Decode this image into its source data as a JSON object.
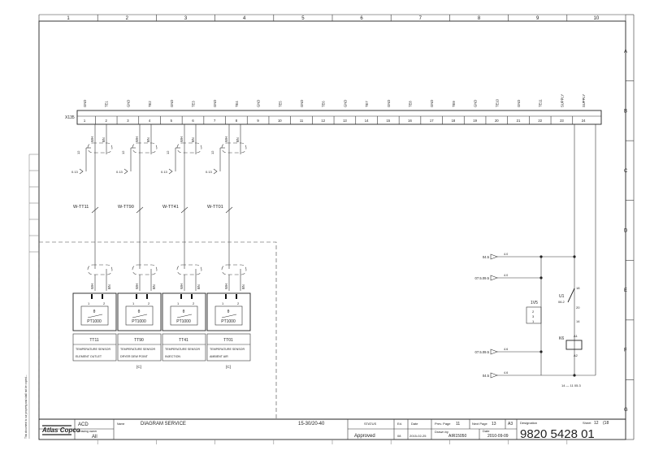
{
  "columns": [
    "1",
    "2",
    "3",
    "4",
    "5",
    "6",
    "7",
    "8",
    "9",
    "10"
  ],
  "rows": [
    "A",
    "B",
    "C",
    "D",
    "E",
    "F",
    "G"
  ],
  "strip": {
    "id": "X135",
    "signals": [
      "GND",
      "TE1",
      "GND",
      "TE2",
      "GND",
      "TE3",
      "GND",
      "TE4",
      "GND",
      "TE5",
      "GND",
      "TE6",
      "GND",
      "TE7",
      "GND",
      "TE8",
      "GND",
      "TE9",
      "GND",
      "TE10",
      "GND",
      "TE11",
      "SUPPLY",
      "SUPPLY"
    ],
    "terminals": [
      "1",
      "2",
      "3",
      "4",
      "5",
      "6",
      "7",
      "8",
      "9",
      "10",
      "11",
      "12",
      "13",
      "14",
      "15",
      "16",
      "17",
      "18",
      "19",
      "20",
      "21",
      "22",
      "23",
      "24"
    ]
  },
  "shields": [
    {
      "ref": "0.13",
      "no": "12"
    },
    {
      "ref": "0.13",
      "no": "12"
    },
    {
      "ref": "0.13",
      "no": "12"
    },
    {
      "ref": "0.13",
      "no": "12"
    }
  ],
  "cables": [
    "W-TT11",
    "W-TT90",
    "W-TT41",
    "W-TT01"
  ],
  "wire_colors": [
    "WH",
    "BN"
  ],
  "sensors": [
    {
      "tag": "TT11",
      "type": "PT1000",
      "desc1": "TEMPERATURE SENSOR",
      "desc2": "ELEMENT OUTLET",
      "note": "",
      "pins": [
        "1",
        "2"
      ]
    },
    {
      "tag": "TT90",
      "type": "PT1000",
      "desc1": "TEMPERATURE SENSOR",
      "desc2": "DRYER DEW POINT",
      "note": "[C]",
      "pins": [
        "1",
        "2"
      ]
    },
    {
      "tag": "TT41",
      "type": "PT1000",
      "desc1": "TEMPERATURE SENSOR",
      "desc2": "INJECTION",
      "note": "",
      "pins": [
        "1",
        "2"
      ]
    },
    {
      "tag": "TT01",
      "type": "PT1000",
      "desc1": "TEMPERATURE SENSOR",
      "desc2": "AMBIENT AIR",
      "note": "[C]",
      "pins": [
        "1",
        "2"
      ]
    }
  ],
  "theta": "θ",
  "right_circuit": {
    "refs": [
      {
        "ref": "04.5",
        "wire": "4.0"
      },
      {
        "ref": "07.5.09.5",
        "wire": "4.0"
      },
      {
        "ref": "07.5.09.5",
        "wire": "4.6"
      },
      {
        "ref": "04.5",
        "wire": "4.6"
      }
    ],
    "u1": {
      "tag": "U1",
      "ref": "06.2",
      "pin_top": "18",
      "pin_bot": "20"
    },
    "v5": {
      "tag": "1V5",
      "pins": [
        "2",
        "3",
        "1"
      ]
    },
    "k6": {
      "tag": "K6",
      "pin_top": "A1",
      "pin_bot": "A2"
    },
    "crossref": "14  —  11  05.3"
  },
  "title_block": {
    "logo": "Atlas Copco",
    "acd": "ACD",
    "drawing_owner_label": "Drawing owner",
    "drawing_owner": "All",
    "name_label": "Name",
    "name": "DIAGRAM SERVICE",
    "model": "15-30/20-40",
    "status_label": "STATUS",
    "status": "Approved",
    "ed_label": "Ed.",
    "ed": "08",
    "date_label": "Date",
    "date": "2015-02-25",
    "prev_page_label": "Prev. Page",
    "prev_page": "11",
    "next_page_label": "Next Page",
    "next_page": "13",
    "size": "A3",
    "drawn_by_label": "Drawn by",
    "drawn_by": "AIR15050",
    "date2_label": "Date",
    "date2": "2010-09-09",
    "designation_label": "Designation",
    "designation": "9820 5428 01",
    "sheet_label": "Sheet",
    "sheet": "12",
    "sheet_total": "(18"
  },
  "side_note": "This document is our property and shall not be copied..."
}
